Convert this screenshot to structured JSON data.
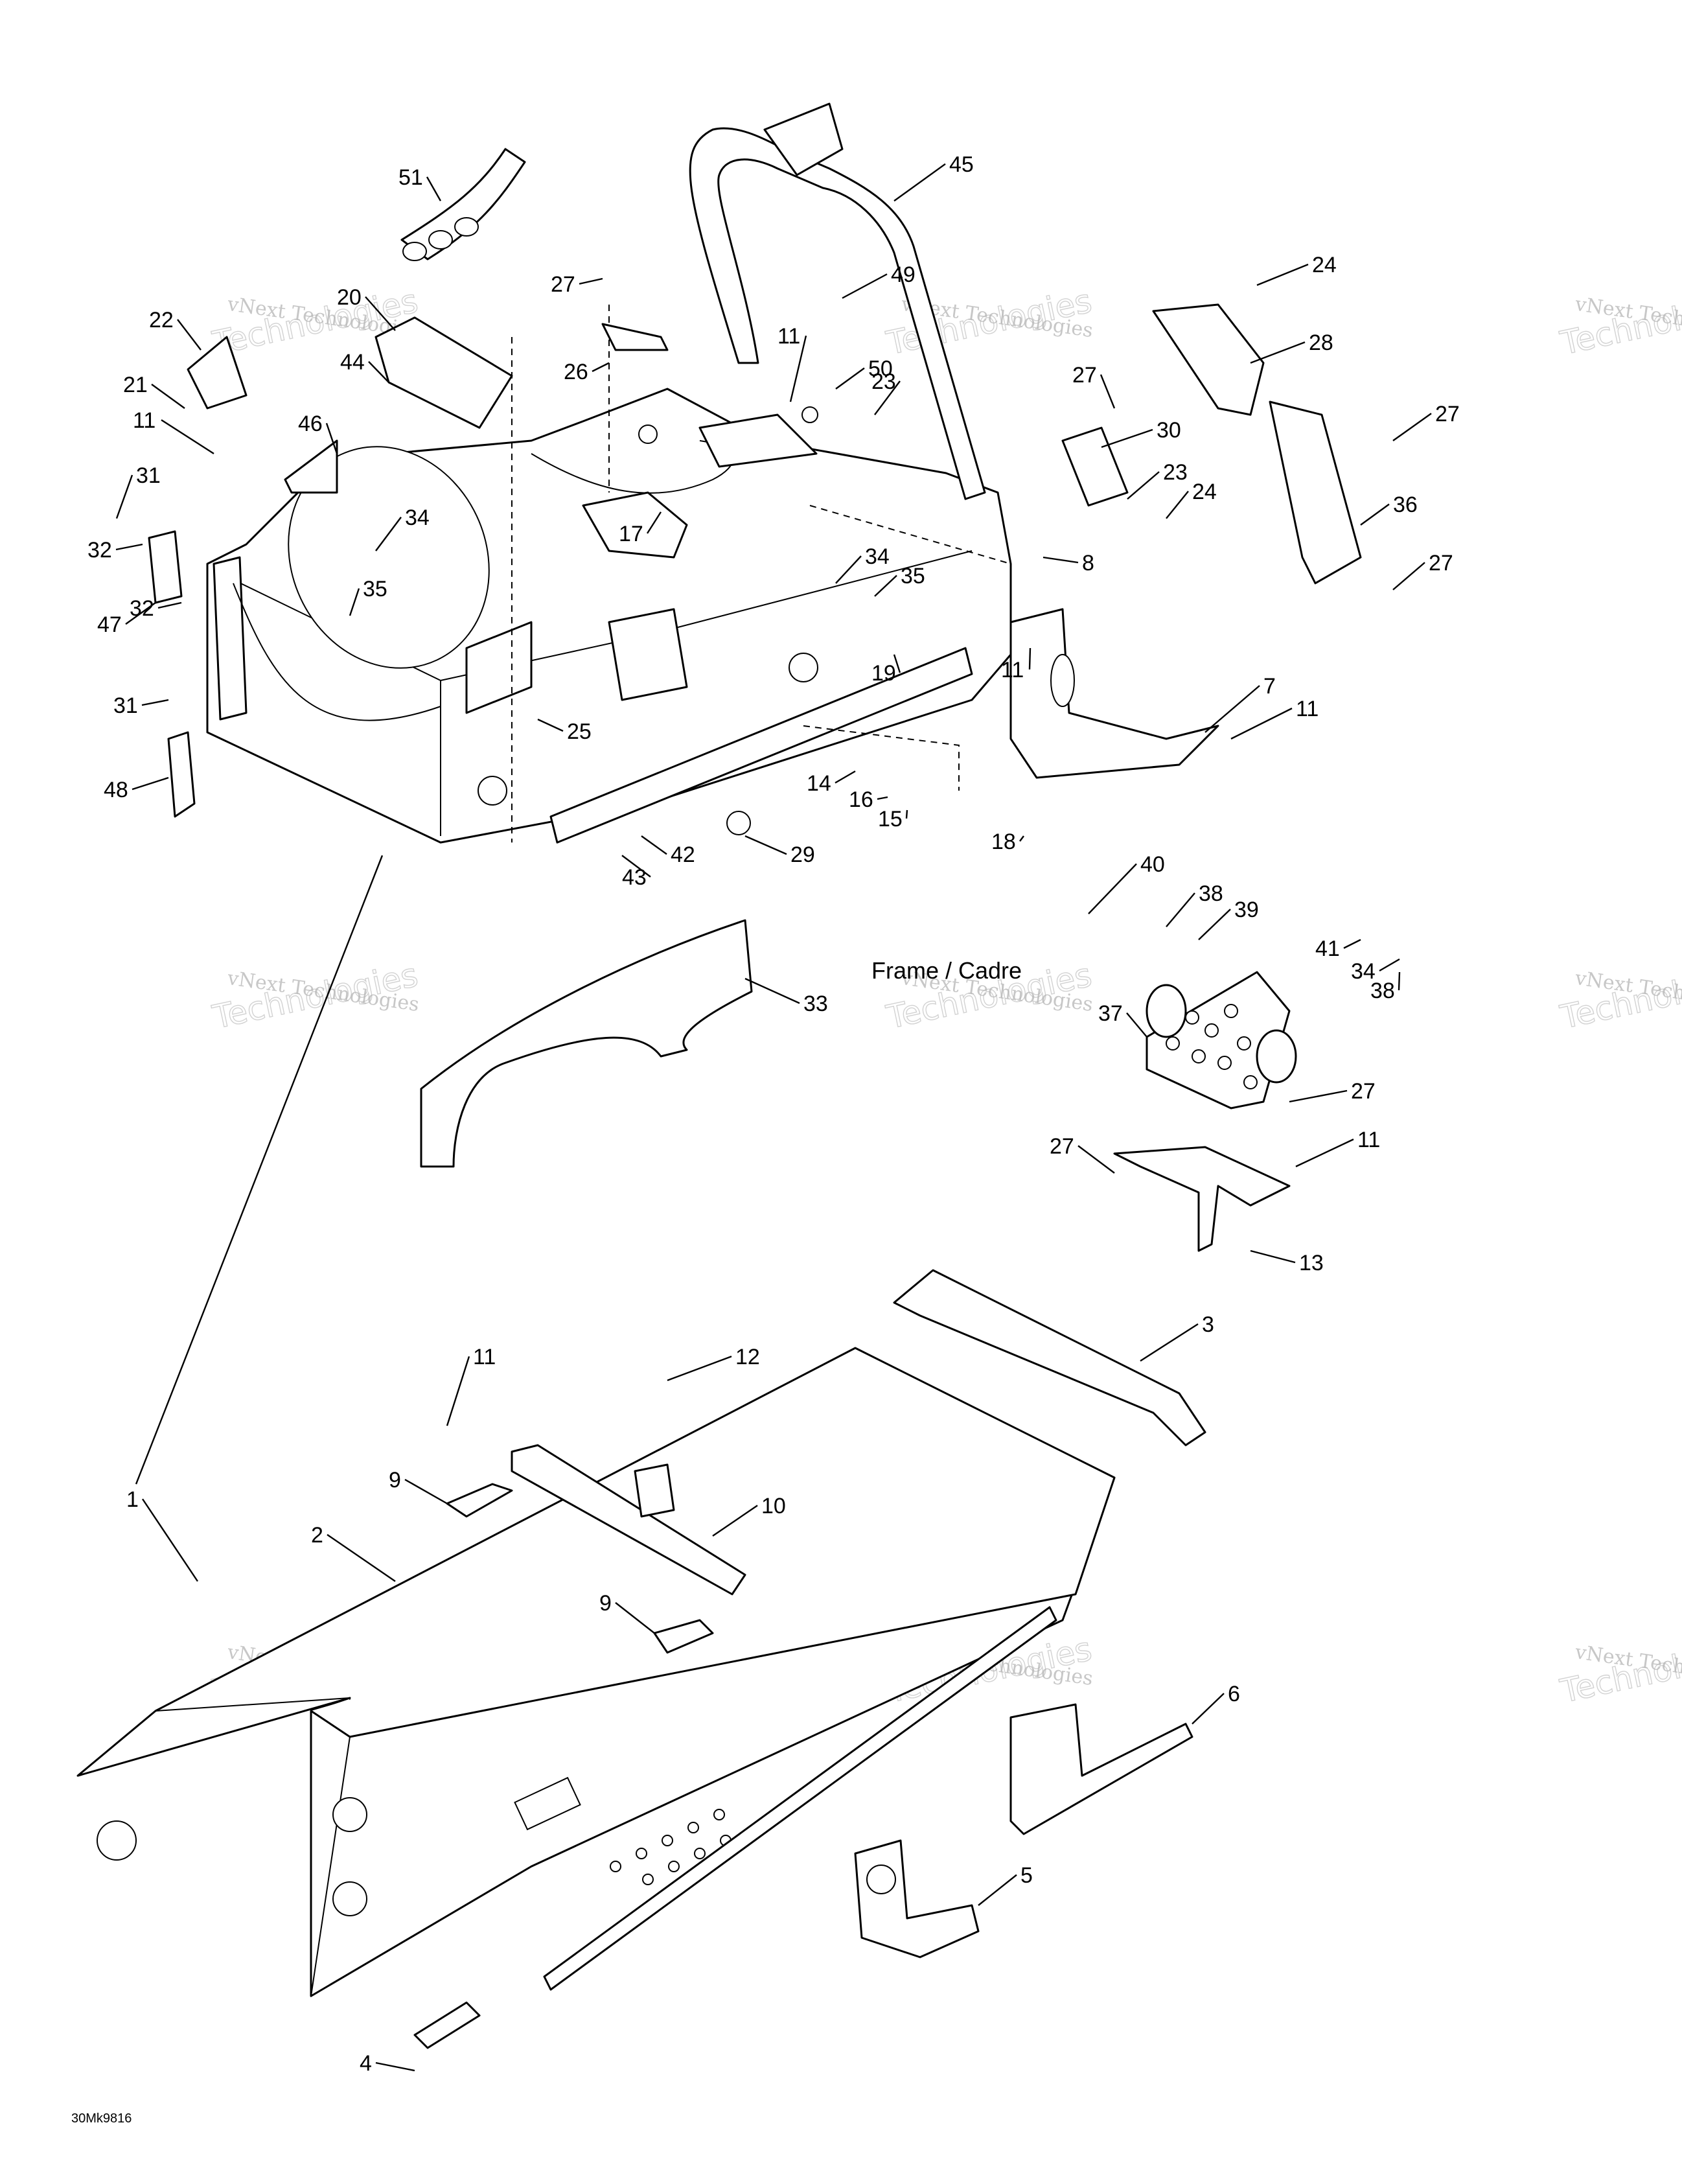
{
  "diagram": {
    "section_title": "Frame / Cadre",
    "drawing_code": "30Mk9816",
    "watermark": {
      "line1": "vNext Technologies",
      "line2": "Technologies"
    },
    "callouts": [
      "1",
      "2",
      "3",
      "4",
      "5",
      "6",
      "7",
      "8",
      "9",
      "9",
      "10",
      "11",
      "11",
      "11",
      "11",
      "11",
      "11",
      "12",
      "13",
      "14",
      "15",
      "16",
      "17",
      "18",
      "19",
      "20",
      "21",
      "22",
      "23",
      "23",
      "24",
      "24",
      "25",
      "26",
      "27",
      "27",
      "27",
      "27",
      "27",
      "27",
      "28",
      "29",
      "30",
      "31",
      "31",
      "32",
      "32",
      "33",
      "34",
      "34",
      "34",
      "35",
      "35",
      "36",
      "37",
      "38",
      "38",
      "39",
      "40",
      "41",
      "42",
      "43",
      "44",
      "45",
      "46",
      "47",
      "48",
      "49",
      "50",
      "51"
    ]
  }
}
